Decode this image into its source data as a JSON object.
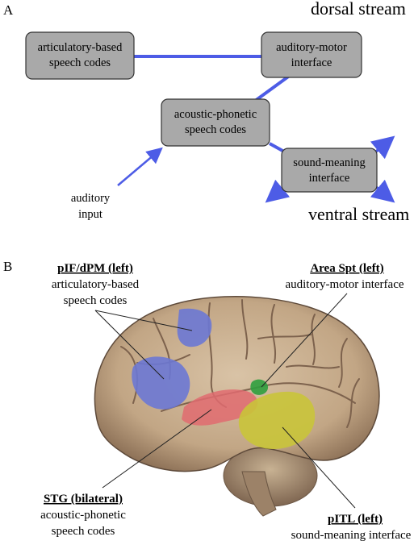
{
  "panel_a": {
    "letter": "A",
    "dorsal_label": "dorsal stream",
    "ventral_label": "ventral stream",
    "input_label": [
      "auditory",
      "input"
    ],
    "boxes": {
      "articulatory": [
        "articulatory-based",
        "speech codes"
      ],
      "auditory_motor": [
        "auditory-motor",
        "interface"
      ],
      "acoustic": [
        "acoustic-phonetic",
        "speech codes"
      ],
      "sound_meaning": [
        "sound-meaning",
        "interface"
      ]
    },
    "colors": {
      "box_fill": "#a9a9a9",
      "box_stroke": "#333333",
      "connector": "#4d5ce6"
    }
  },
  "panel_b": {
    "letter": "B",
    "regions": {
      "pif": {
        "title": "pIF/dPM (left)",
        "desc": [
          "articulatory-based",
          "speech codes"
        ],
        "color": "#6c78d4"
      },
      "spt": {
        "title": "Area Spt (left)",
        "desc": [
          "auditory-motor interface"
        ],
        "color": "#2f9e3e"
      },
      "stg": {
        "title": "STG (bilateral)",
        "desc": [
          "acoustic-phonetic",
          "speech codes"
        ],
        "color": "#e06b70"
      },
      "pitl": {
        "title": "pITL (left)",
        "desc": [
          "sound-meaning interface"
        ],
        "color": "#c9c43a"
      }
    }
  }
}
